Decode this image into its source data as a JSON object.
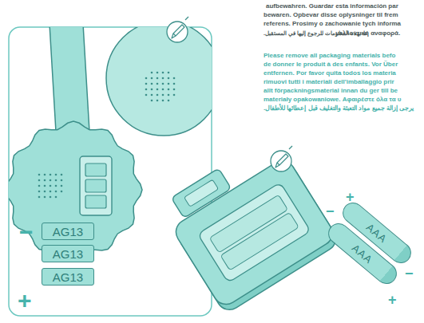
{
  "diagram": {
    "nodes": [
      {
        "text": [
          "AG13"
        ]
      },
      {
        "text": [
          "AG13"
        ]
      },
      {
        "text": [
          "AG13"
        ]
      },
      {
        "text": [
          "AAA"
        ]
      },
      {
        "text": [
          "AAA"
        ]
      }
    ],
    "labels": [
      "−",
      "+",
      "+",
      "−",
      "−",
      "+",
      "aufbewahren. Guardar esta información par",
      "bewaren. Opbevar disse oplysninger til frem",
      "referens. Prosimy o zachowanie tych informa",
      "μελλοντική αναφορά.",
      "ظ بهذه المعلومات للرجوع إليها في المستقبل.",
      "Please remove all packaging materials befo",
      "de donner le produit à des enfants. Vor Über",
      "entfernen.  Por favor quita todos los materia",
      "rimuovi tutti i materiali dell'imballaggio prir",
      "allt förpackningsmaterial innan du ger till be",
      "materiały opakowaniowe. Αφαιρέστε όλα τα υ",
      "يرجى إزالة جميع مواد التعبئة والتغليف قبل إعطائها للأطفال."
    ]
  }
}
